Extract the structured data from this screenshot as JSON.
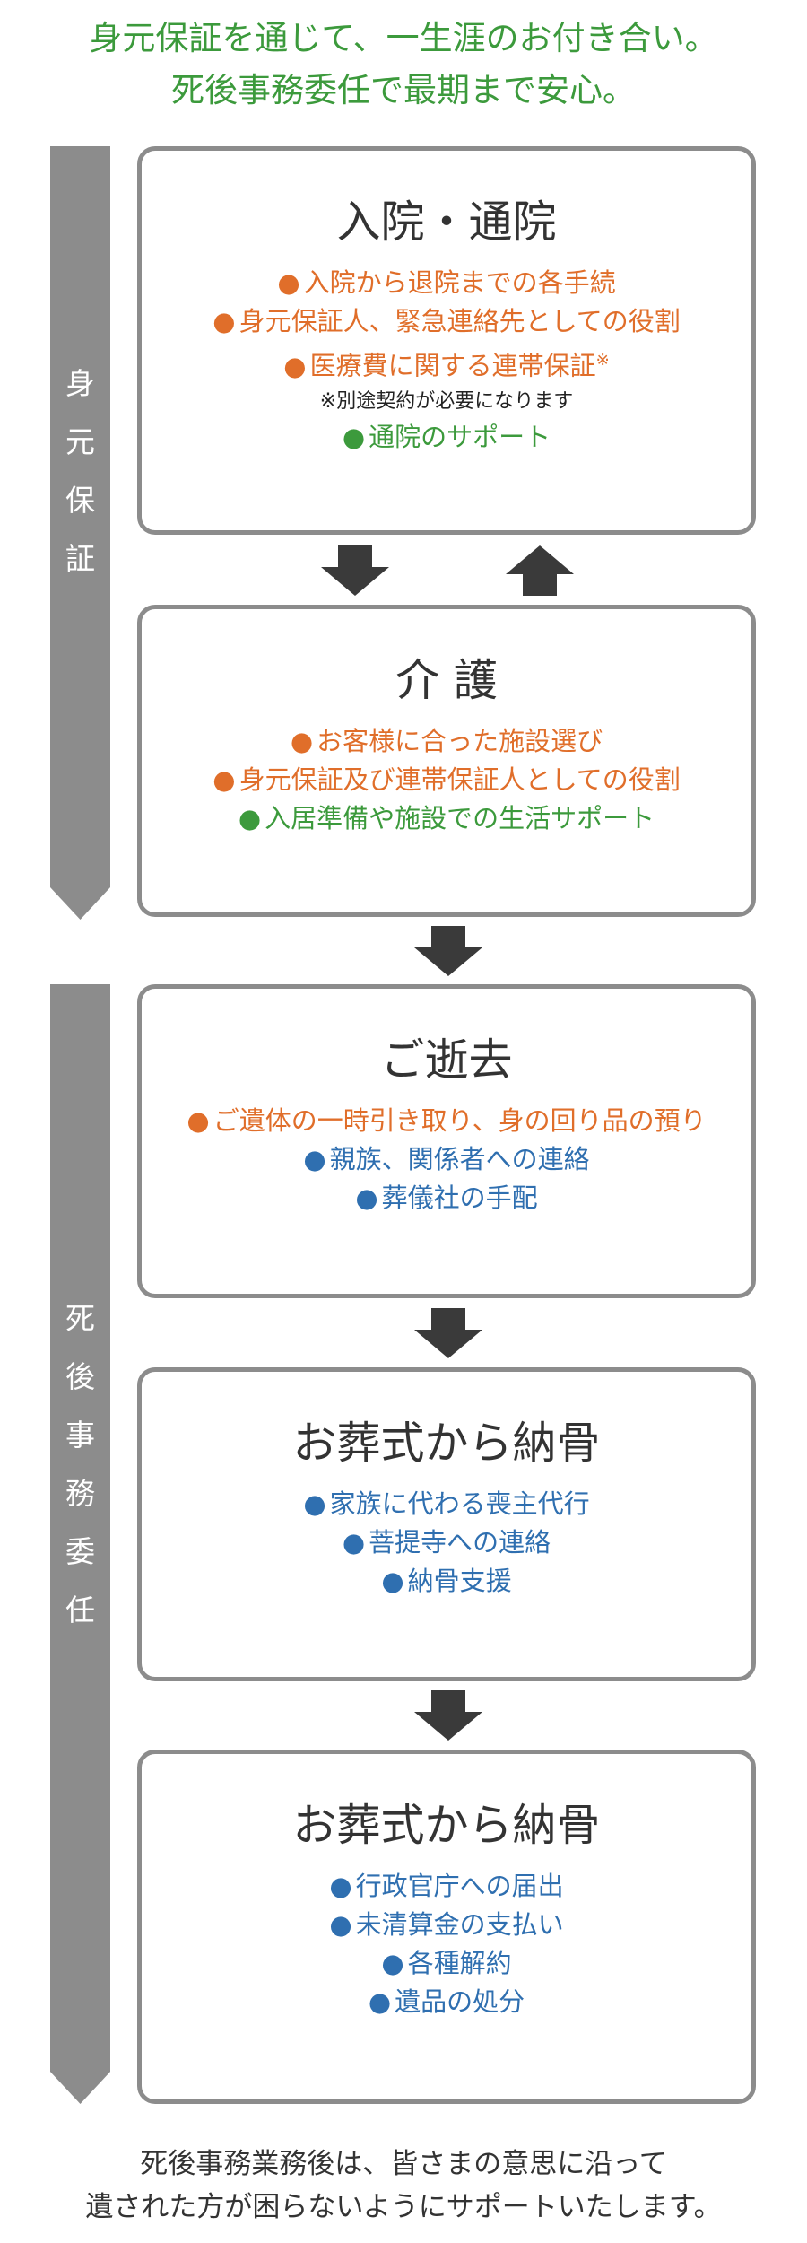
{
  "colors": {
    "green": "#3c9a3c",
    "orange": "#e06e2a",
    "blue": "#2f6fb0",
    "bar_gray": "#8c8c8c",
    "arrow_dark": "#3a3a3a"
  },
  "header": {
    "line1": "身元保証を通じて、一生涯のお付き合い。",
    "line2": "死後事務委任で最期まで安心。"
  },
  "sidebars": [
    {
      "chars": [
        "身",
        "元",
        "保",
        "証"
      ]
    },
    {
      "chars": [
        "死",
        "後",
        "事",
        "務",
        "委",
        "任"
      ]
    }
  ],
  "bullet": "●",
  "boxes": [
    {
      "title": "入院・通院",
      "items": [
        {
          "text": "入院から退院までの各手続",
          "color": "orange"
        },
        {
          "text": "身元保証人、緊急連絡先としての役割",
          "color": "orange"
        },
        {
          "text": "医療費に関する連帯保証",
          "color": "orange",
          "sup": "※"
        }
      ],
      "note": "※別途契約が必要になります",
      "extra_items": [
        {
          "text": "通院のサポート",
          "color": "green"
        }
      ]
    },
    {
      "title": "介 護",
      "items": [
        {
          "text": "お客様に合った施設選び",
          "color": "orange"
        },
        {
          "text": "身元保証及び連帯保証人としての役割",
          "color": "orange"
        },
        {
          "text": "入居準備や施設での生活サポート",
          "color": "green"
        }
      ]
    },
    {
      "title": "ご逝去",
      "items": [
        {
          "text": "ご遺体の一時引き取り、身の回り品の預り",
          "color": "orange"
        },
        {
          "text": "親族、関係者への連絡",
          "color": "blue"
        },
        {
          "text": "葬儀社の手配",
          "color": "blue"
        }
      ]
    },
    {
      "title": "お葬式から納骨",
      "items": [
        {
          "text": "家族に代わる喪主代行",
          "color": "blue"
        },
        {
          "text": "菩提寺への連絡",
          "color": "blue"
        },
        {
          "text": "納骨支援",
          "color": "blue"
        }
      ]
    },
    {
      "title": "お葬式から納骨",
      "items": [
        {
          "text": "行政官庁への届出",
          "color": "blue"
        },
        {
          "text": "未清算金の支払い",
          "color": "blue"
        },
        {
          "text": "各種解約",
          "color": "blue"
        },
        {
          "text": "遺品の処分",
          "color": "blue"
        }
      ]
    }
  ],
  "footer": {
    "line1": "死後事務業務後は、皆さまの意思に沿って",
    "line2": "遺された方が困らないようにサポートいたします。"
  }
}
